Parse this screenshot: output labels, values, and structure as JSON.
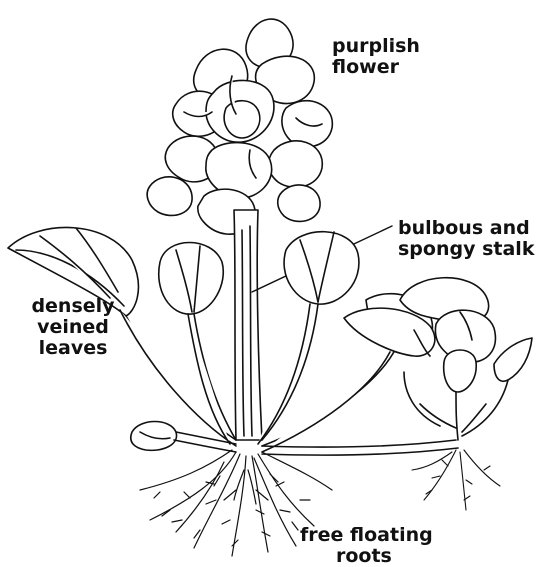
{
  "labels": {
    "flower": [
      "purplish",
      "flower"
    ],
    "stalk": [
      "bulbous and",
      "spongy stalk"
    ],
    "leaves": [
      "densely",
      "veined",
      "leaves"
    ],
    "roots": [
      "free floating",
      "roots"
    ]
  },
  "colors": {
    "ink": "#111111",
    "background": "#ffffff"
  }
}
